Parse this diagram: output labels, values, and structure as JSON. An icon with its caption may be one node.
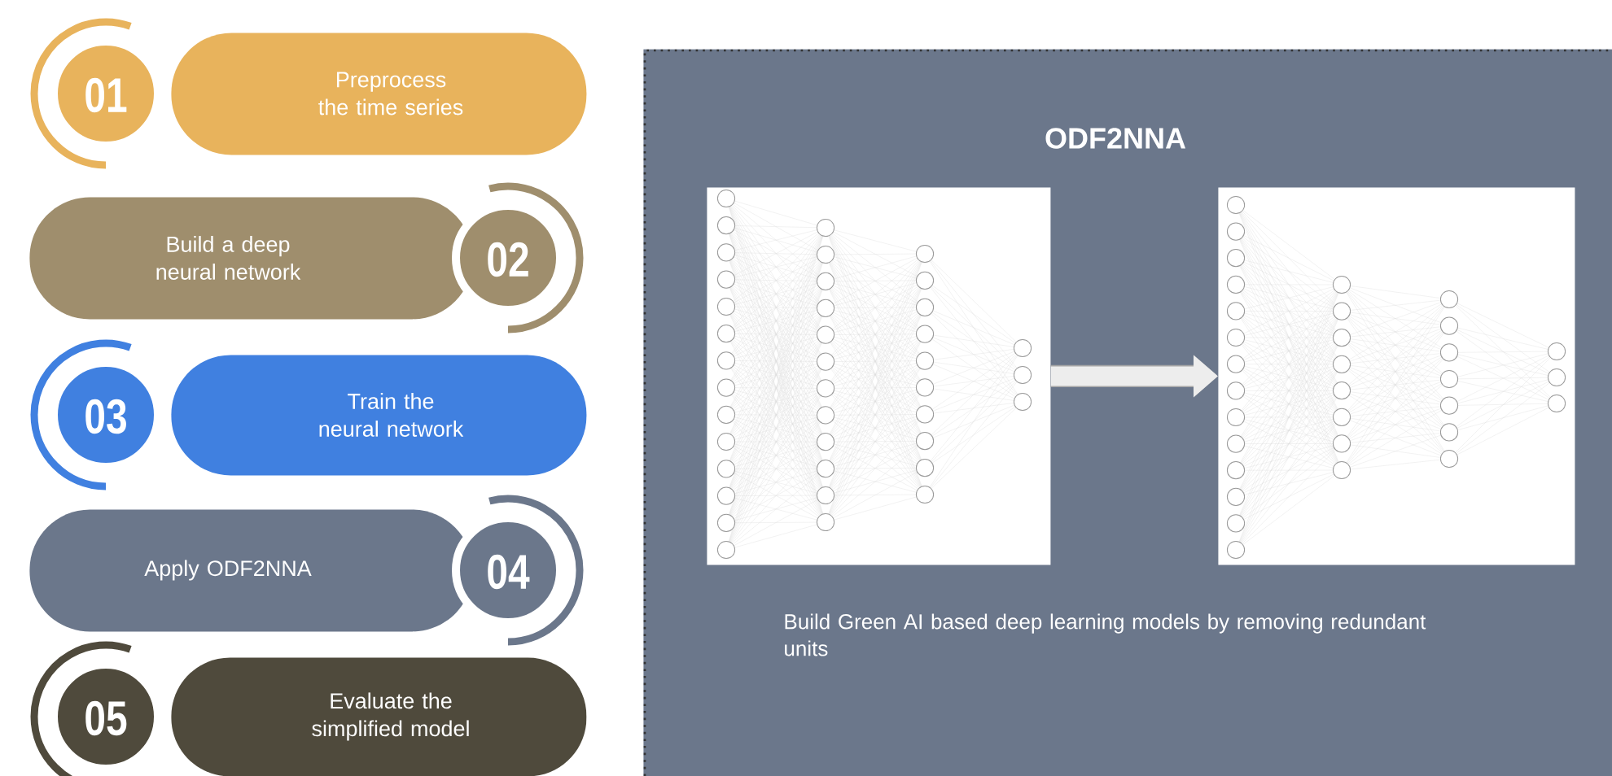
{
  "diagram": {
    "nodes": [
      {
        "text": [
          "01",
          "Preprocess the time series"
        ]
      },
      {
        "text": [
          "Build a deep neural network",
          "02"
        ]
      },
      {
        "text": [
          "03",
          "Train the neural network"
        ]
      },
      {
        "text": [
          "Apply ODF2NNA",
          "04"
        ]
      },
      {
        "text": [
          "05",
          "Evaluate the simplified model"
        ]
      },
      {
        "text": [
          "ODF2NNA",
          "Build Green AI based deep learning models by removing redundant units"
        ]
      },
      {
        "text": [],
        "shape": "picture",
        "in": 5
      },
      {
        "text": [],
        "shape": "picture",
        "in": 5
      }
    ],
    "edges": [
      {
        "from": 6,
        "to": 7,
        "arrow": "to"
      }
    ]
  }
}
